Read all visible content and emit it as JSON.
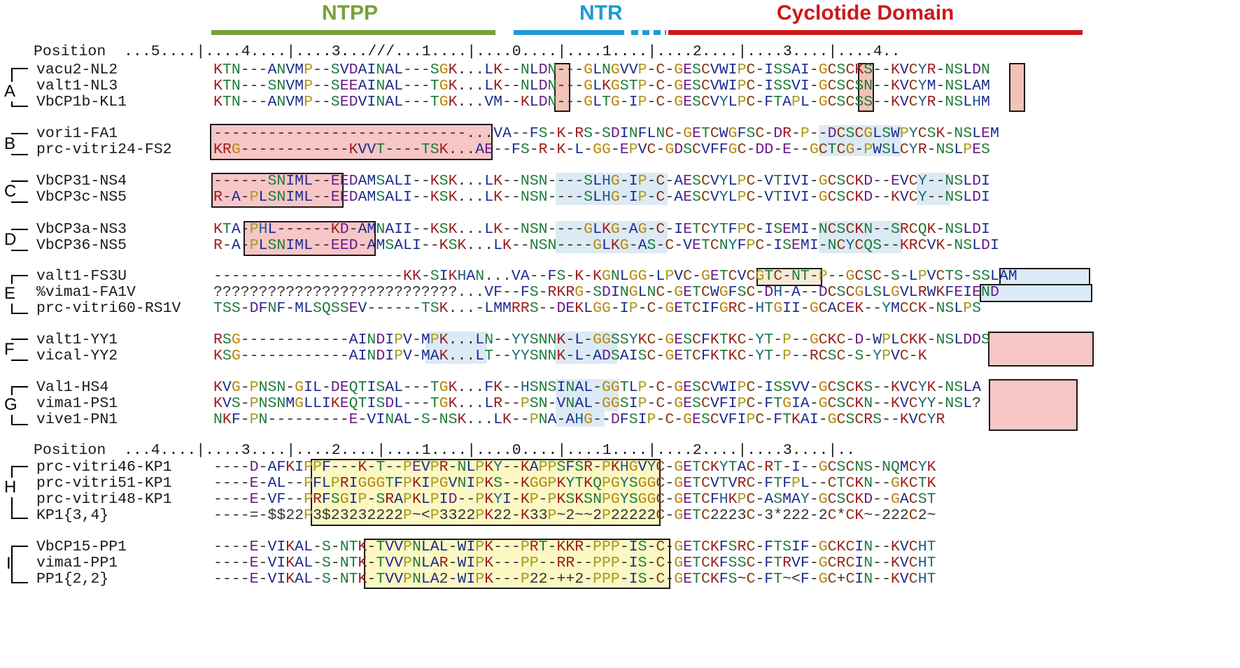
{
  "regions": [
    {
      "id": "ntpp",
      "label": "NTPP",
      "color": "#76a13a"
    },
    {
      "id": "ntr",
      "label": "NTR",
      "color": "#1e9bd7"
    },
    {
      "id": "cyc",
      "label": "Cyclotide Domain",
      "color": "#cc1818"
    }
  ],
  "ruler_top": "Position  ...5....|....4....|....3...///...1....|....0....|....1....|....2....|....3....|....4..",
  "ruler_bottom": "Position  ...4....|....3....|....2....|....1....|....0....|....1....|....2....|....3....|..",
  "groups": [
    {
      "letter": "A",
      "rows": [
        {
          "name": "vacu2-NL2",
          "seq": "KTN---ANVMP--SVDAINAL---SGK...LK--NLDN---GLNGVVP-C-GESCVWIPC-ISSAI-GCSCKS--KVCYR-NSLDN"
        },
        {
          "name": "valt1-NL3",
          "seq": "KTN---SNVMP--SEEAINAL---TGK...LK--NLDN---GLKGSTP-C-GESCVWIPC-ISSVI-GCSCSN--KVCYM-NSLAM"
        },
        {
          "name": "VbCP1b-KL1",
          "seq": "KTN---ANVMP--SEDVINAL---TGK...VM--KLDN---GLTG-IP-C-GESCVYLPC-FTAPL-GCSCSS--KVCYR-NSLHM"
        }
      ]
    },
    {
      "letter": "B",
      "rows": [
        {
          "name": "vori1-FA1",
          "seq": "----------------------------...VA--FS-K-RS-SDINFLNC-GETCWGFSC-DR-P--DCSCGLSWPYCSK-NSLEM"
        },
        {
          "name": "prc-vitri24-FS2",
          "seq": "KRG------------KVVT----TSK...AE--FS-R-K-L-GG-EPVC-GDSCVFFGC-DD-E--GCTCG-PWSLCYR-NSLPES"
        }
      ]
    },
    {
      "letter": "C",
      "rows": [
        {
          "name": "VbCP31-NS4",
          "seq": "------SNIML--EEDAMSALI--KSK...LK--NSN----SLHG-IP-C-AESCVYLPC-VTIVI-GCSCKD--EVCY--NSLDI"
        },
        {
          "name": "VbCP3c-NS5",
          "seq": "R-A-PLSNIML--EEDAMSALI--KSK...LK--NSN----SLHG-IP-C-AESCVYLPC-VTIVI-GCSCKD--KVCY--NSLDI"
        }
      ]
    },
    {
      "letter": "D",
      "rows": [
        {
          "name": "VbCP3a-NS3",
          "seq": "KTA-PHL------KD-AMNAII--KSK...LK--NSN----GLKG-AG-C-IETCYTFPC-ISEMI-NCSCKN--SRCQK-NSLDI"
        },
        {
          "name": "VbCP36-NS5",
          "seq": "R-A-PLSNIML--EED-AMSALI--KSK...LK--NSN----GLKG-AS-C-VETCNYFPC-ISEMI-NCYCQS--KRCVK-NSLDI"
        }
      ]
    },
    {
      "letter": "E",
      "rows": [
        {
          "name": "valt1-FS3U",
          "seq": "---------------------KK-SIKHAN...VA--FS-K-KGNLGG-LPVC-GETCVCGTC-NT-P--GCSC-S-LPVCTS-SSLAM"
        },
        {
          "name": "%vima1-FA1V",
          "seq": "???????????????????????????...VF--FS-RKRG-SDINGLNC-GETCWGFSC-DH-A--DCSCGLSLGVLRWKFEIEND"
        },
        {
          "name": "prc-vitri60-RS1V",
          "seq": "TSS-DFNF-MLSQSSEV------TSK...-LMMRRS--DEKLGG-IP-C-GETCIFGRC-HTGII-GCACEK--YMCCK-NSLPS"
        }
      ]
    },
    {
      "letter": "F",
      "rows": [
        {
          "name": "valt1-YY1",
          "seq": "RSG------------AINDIPV-MPK...LN--YYSNNK-L-GGSSYKC-GESCFKTKC-YT-P--GCKC-D-WPLCKK-NSLDDS"
        },
        {
          "name": "vical-YY2",
          "seq": "KSG------------AINDIPV-MAK...LT--YYSNNK-L-ADSAISC-GETCFKTKC-YT-P--RCSC-S-YPVC-K"
        }
      ]
    },
    {
      "letter": "G",
      "rows": [
        {
          "name": "Val1-HS4",
          "seq": "KVG-PNSN-GIL-DEQTISAL---TGK...FK--HSNSINAL-GGTLP-C-GESCVWIPC-ISSVV-GCSCKS--KVCYK-NSLA"
        },
        {
          "name": "vima1-PS1",
          "seq": "KVS-PNSNMGLLIKEQTISDL---TGK...LR--PSN-VNAL-GGSIP-C-GESCVFIPC-FTGIA-GCSCKN--KVCYY-NSL?"
        },
        {
          "name": "vive1-PN1",
          "seq": "NKF-PN---------E-VINAL-S-NSK...LK--PNA-AHG--DFSIP-C-GESCVFIPC-FTKAI-GCSCRS--KVCYR"
        }
      ]
    },
    {
      "letter": "H",
      "rows": [
        {
          "name": "prc-vitri46-KP1",
          "seq": "----D-AFKIPPF---K-T--PEVPR-NLPKY--KAPPSFSR-PKHGVYC-GETCKYTAC-RT-I--GCSCNS-NQMCYK"
        },
        {
          "name": "prc-vitri51-KP1",
          "seq": "----E-AL--PFLPRIGGGTFPKIPGVNIPKS--KGGPKYTKQPGYSGGC-GETCVTVRC-FTFPL--CTCKN--GKCTK"
        },
        {
          "name": "prc-vitri48-KP1",
          "seq": "----E-VF--PRFSGIP-SRAPKLPID--PKYI-KP-PKSKSNPGYSGGC-GETCFHKPC-ASMAY-GCSCKD--GACST"
        },
        {
          "name": "KP1{3,4}",
          "seq": "----=-$$22P3$23232222P~<P3322PK22-K33P~2~~2P22222C-GETC2223C-3*222-2C*CK~-222C2~"
        }
      ]
    },
    {
      "letter": "I",
      "rows": [
        {
          "name": "VbCP15-PP1",
          "seq": "----E-VIKAL-S-NTK-TVVPNLAL-WIPK---PRT-KKR-PPP-IS-C-GETCKFSRC-FTSIF-GCKCIN--KVCHT"
        },
        {
          "name": "vima1-PP1",
          "seq": "----E-VIKAL-S-NTK-TVVPNLAR-WIPK---PP--RR--PPP-IS-C-GETCKFSSC-FTRVF-GCRCIN--KVCHT"
        },
        {
          "name": "PP1{2,2}",
          "seq": "----E-VIKAL-S-NTK-TVVPNLA2-WIPK---P22-++2-PPP-IS-C-GETCKFS~C-FT~<F-GC+CIN--KVCHT"
        }
      ]
    }
  ],
  "colors": {
    "G": "#b8860b",
    "K": "#9b1c1c",
    "T": "#1d7a3a",
    "N": "#1d7a3a",
    "S": "#1d7a3a",
    "A": "#1b2a8f",
    "V": "#1b2a8f",
    "I": "#1b2a8f",
    "L": "#1b2a8f",
    "M": "#1b2a8f",
    "C": "#8a3a12",
    "P": "#a79b1a",
    "D": "#6a1b8a",
    "E": "#6a1b8a",
    "R": "#9b1c1c",
    "H": "#1b5a8f",
    "F": "#1b2a8f",
    "W": "#1b2a8f",
    "Y": "#1b6a7a",
    "Q": "#1d7a3a",
    "other": "#333333"
  }
}
